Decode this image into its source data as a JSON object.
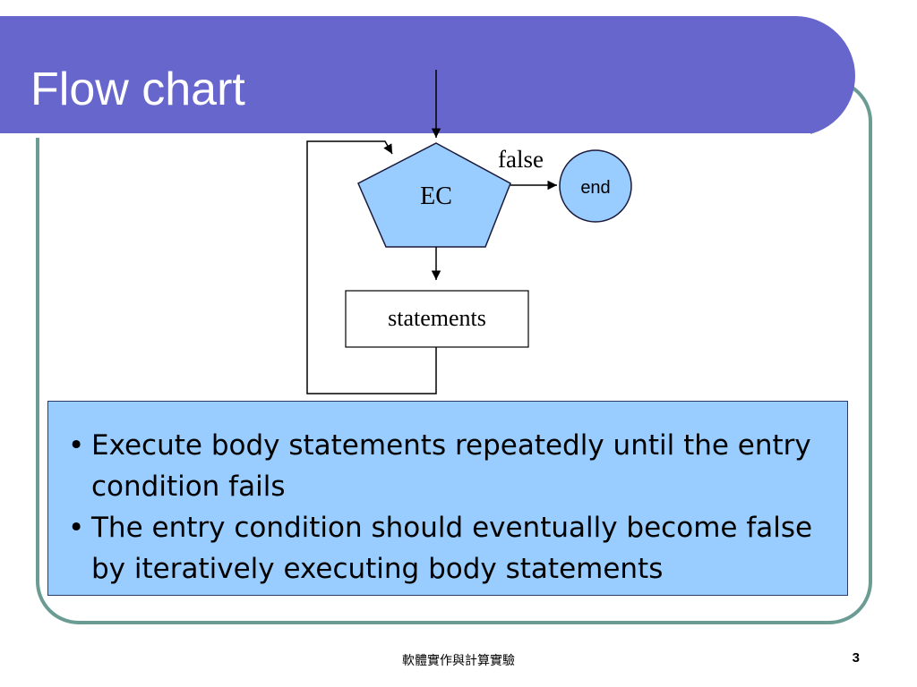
{
  "slide": {
    "title": "Flow chart",
    "page_number": "3",
    "footer": "軟體實作與計算實驗"
  },
  "diagram": {
    "condition_label": "EC",
    "false_label": "false",
    "end_label": "end",
    "statements_label": "statements"
  },
  "note": {
    "bullets": [
      "Execute body statements repeatedly until the entry condition fails",
      "The entry condition should eventually become false by iteratively executing body statements"
    ]
  },
  "colors": {
    "title_bar": "#6666cc",
    "frame_border": "#6a9c94",
    "shape_fill": "#99ccff",
    "note_fill": "#99ccff"
  }
}
